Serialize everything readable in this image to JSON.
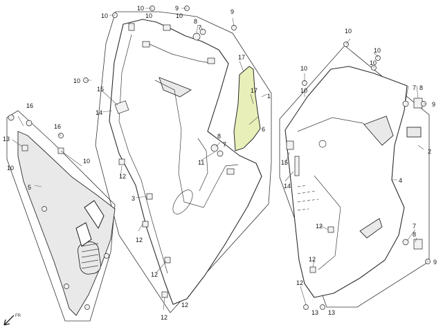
{
  "diagram": {
    "callouts": [
      {
        "id": "c1",
        "text": "10"
      },
      {
        "id": "c2",
        "text": "9"
      },
      {
        "id": "c3",
        "text": "10"
      },
      {
        "id": "c4",
        "text": "10"
      },
      {
        "id": "c5",
        "text": "9"
      },
      {
        "id": "c6",
        "text": "10"
      },
      {
        "id": "c7",
        "text": "8"
      },
      {
        "id": "c8",
        "text": "7"
      },
      {
        "id": "c9",
        "text": "10"
      },
      {
        "id": "c10",
        "text": "10"
      },
      {
        "id": "c11",
        "text": "15"
      },
      {
        "id": "c12",
        "text": "14"
      },
      {
        "id": "c13",
        "text": "16"
      },
      {
        "id": "c14",
        "text": "13"
      },
      {
        "id": "c15",
        "text": "16"
      },
      {
        "id": "c16",
        "text": "10"
      },
      {
        "id": "c17",
        "text": "5"
      },
      {
        "id": "c18",
        "text": "12"
      },
      {
        "id": "c19",
        "text": "3"
      },
      {
        "id": "c20",
        "text": "12"
      },
      {
        "id": "c21",
        "text": "12"
      },
      {
        "id": "c22",
        "text": "12"
      },
      {
        "id": "c23",
        "text": "12"
      },
      {
        "id": "c24",
        "text": "17"
      },
      {
        "id": "c25",
        "text": "17"
      },
      {
        "id": "c26",
        "text": "1"
      },
      {
        "id": "c27",
        "text": "6"
      },
      {
        "id": "c28",
        "text": "8"
      },
      {
        "id": "c29",
        "text": "7"
      },
      {
        "id": "c30",
        "text": "11"
      },
      {
        "id": "c31",
        "text": "10"
      },
      {
        "id": "c32",
        "text": "10"
      },
      {
        "id": "c33",
        "text": "10"
      },
      {
        "id": "c34",
        "text": "10"
      },
      {
        "id": "c35",
        "text": "10"
      },
      {
        "id": "c36",
        "text": "7"
      },
      {
        "id": "c37",
        "text": "8"
      },
      {
        "id": "c38",
        "text": "9"
      },
      {
        "id": "c39",
        "text": "2"
      },
      {
        "id": "c40",
        "text": "15"
      },
      {
        "id": "c41",
        "text": "14"
      },
      {
        "id": "c42",
        "text": "4"
      },
      {
        "id": "c43",
        "text": "12"
      },
      {
        "id": "c44",
        "text": "7"
      },
      {
        "id": "c45",
        "text": "8"
      },
      {
        "id": "c46",
        "text": "9"
      },
      {
        "id": "c47",
        "text": "12"
      },
      {
        "id": "c48",
        "text": "12"
      },
      {
        "id": "c49",
        "text": "13"
      },
      {
        "id": "c50",
        "text": "13"
      }
    ],
    "front_indicator": "FR"
  }
}
